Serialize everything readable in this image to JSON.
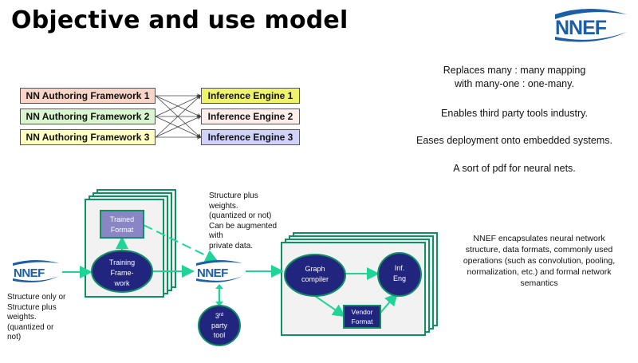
{
  "title": "Objective and use model",
  "logo_text": "NNEF",
  "authoring_frameworks": [
    {
      "label": "NN Authoring Framework 1",
      "color": "#f9d5c8"
    },
    {
      "label": "NN Authoring Framework 2",
      "color": "#d9f6cf"
    },
    {
      "label": "NN Authoring Framework 3",
      "color": "#ffffc2"
    }
  ],
  "inference_engines": [
    {
      "label": "Inference Engine 1",
      "color": "#eef26c"
    },
    {
      "label": "Inference Engine 2",
      "color": "#fdeeec"
    },
    {
      "label": "Inference Engine 3",
      "color": "#d0d2fa"
    }
  ],
  "benefits": [
    "Replaces many : many mapping",
    "with many-one : one-many.",
    "Enables third party tools industry.",
    "Eases deployment onto embedded systems.",
    "A sort of pdf for neural nets."
  ],
  "diagram": {
    "input_note": [
      "Structure only or",
      "Structure plus",
      "weights.",
      "(quantized or",
      "not)"
    ],
    "output_note": [
      "Structure plus",
      "weights.",
      "(quantized or not)",
      "Can be augmented",
      "with",
      "private data."
    ],
    "trained_format": [
      "Trained",
      "Format"
    ],
    "training_framework": [
      "Training",
      "Frame-",
      "work"
    ],
    "third_party_tool": [
      "3",
      "rd",
      "party",
      "tool"
    ],
    "graph_compiler": [
      "Graph",
      "compiler"
    ],
    "inference_engine": [
      "Inf.",
      "Eng"
    ],
    "vendor_format": [
      "Vendor",
      "Format"
    ],
    "colors": {
      "node": "#22257e",
      "border": "#0f8f64",
      "arrow": "#1fd497",
      "panel": "#f2f2f2",
      "trained": "#8a86c6",
      "logo": "#1c5ea8"
    }
  },
  "description": [
    "NNEF encapsulates neural network",
    "structure, data formats, commonly used",
    "operations (such as convolution, pooling,",
    "normalization, etc.) and formal network",
    "semantics"
  ]
}
